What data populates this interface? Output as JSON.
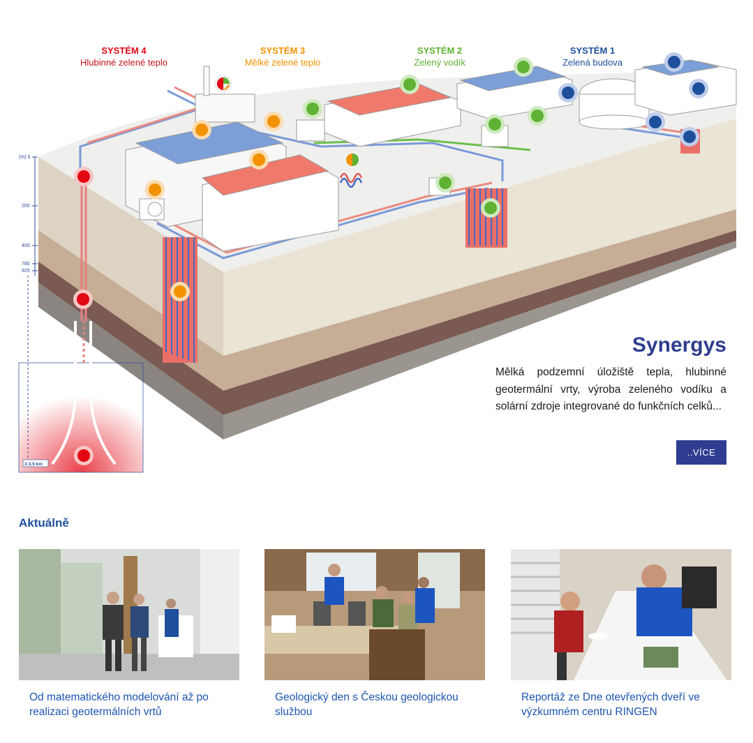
{
  "systems": [
    {
      "num": "SYSTÉM 4",
      "sub": "Hlubinné zelené teplo"
    },
    {
      "num": "SYSTÉM 3",
      "sub": "Mělké zelené teplo"
    },
    {
      "num": "SYSTÉM 2",
      "sub": "Zelený vodík"
    },
    {
      "num": "SYSTÉM 1",
      "sub": "Zelená budova"
    }
  ],
  "depth_axis": {
    "unit": "(m) 0",
    "ticks": [
      "200",
      "400",
      "780",
      "925"
    ],
    "deep_label": "3-3,5 km"
  },
  "hero": {
    "title": "Synergys",
    "description": "Mělká podzemní úložiště tepla, hlubinné geotermální vrty, výroba zeleného vodíku a solární zdroje integrované do funkčních celků...",
    "more_label": "..VÍCE"
  },
  "news": {
    "title": "Aktuálně",
    "items": [
      {
        "caption": "Od matematického modelování až po realizaci geotermálních vrtů"
      },
      {
        "caption": "Geologický den s Českou geologickou službou"
      },
      {
        "caption": "Reportáž ze Dne otevřených dveří ve výzkumném centru RINGEN"
      }
    ]
  },
  "colors": {
    "accent": "#2e3d8f",
    "link": "#1d55b0",
    "red": "#e30613",
    "orange": "#f39200",
    "green": "#5fb233",
    "blue": "#1d4f9c"
  }
}
